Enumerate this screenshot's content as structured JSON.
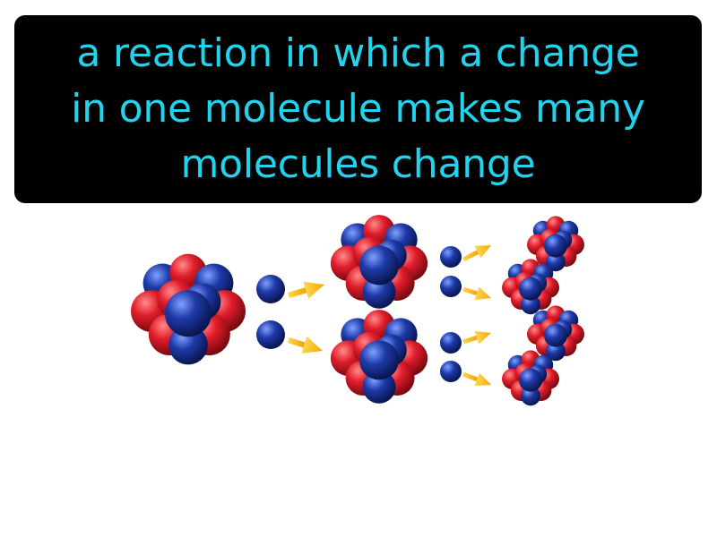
{
  "definition": {
    "lines": [
      "a reaction in which a change",
      "in one molecule makes many",
      "molecules change"
    ]
  },
  "colors": {
    "caption_background": "#000000",
    "caption_text": "#22d3ee",
    "proton": "#e11d2b",
    "neutron": "#1e3aa8",
    "arrow": "#f5b800"
  },
  "icons": {
    "nucleus": "atomic-nucleus-icon",
    "particle": "neutron-icon",
    "arrow": "arrow-icon"
  }
}
